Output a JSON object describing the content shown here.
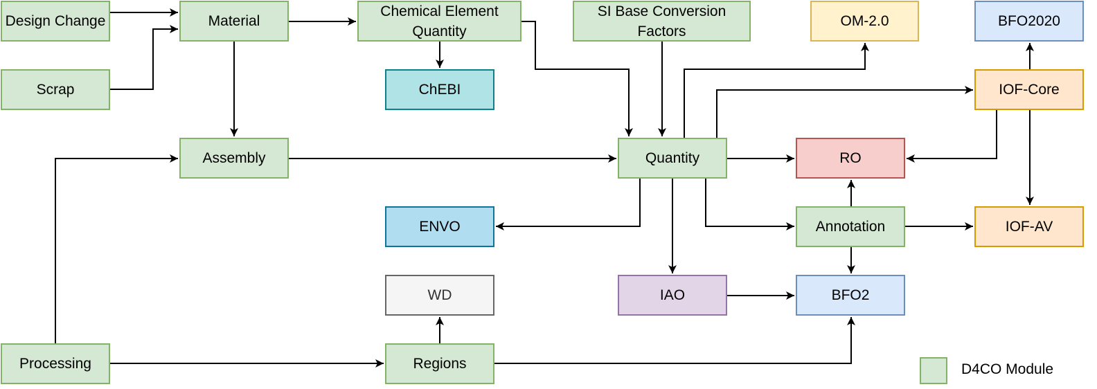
{
  "styles": {
    "d4co": {
      "fill": "#d5e8d4",
      "stroke": "#82b366"
    },
    "cyan": {
      "fill": "#b0e3e6",
      "stroke": "#0e8088"
    },
    "blue": {
      "fill": "#b1ddf0",
      "stroke": "#10739e"
    },
    "grey": {
      "fill": "#f5f5f5",
      "stroke": "#666666",
      "text": "#333333"
    },
    "purple": {
      "fill": "#e1d5e7",
      "stroke": "#9673a6"
    },
    "red": {
      "fill": "#f8cecc",
      "stroke": "#b85450"
    },
    "yellow": {
      "fill": "#fff2cc",
      "stroke": "#d6b656"
    },
    "orange": {
      "fill": "#ffe6cc",
      "stroke": "#d79b00"
    },
    "lblue": {
      "fill": "#dae8fc",
      "stroke": "#6c8ebf"
    }
  },
  "nodes": {
    "design_change": {
      "label": "Design Change",
      "style": "d4co"
    },
    "material": {
      "label": "Material",
      "style": "d4co"
    },
    "chemical_element_quantity": {
      "label": "Chemical Element Quantity",
      "style": "d4co"
    },
    "si_base_conversion_factors": {
      "label": "SI Base Conversion Factors",
      "style": "d4co"
    },
    "om_2_0": {
      "label": "OM-2.0",
      "style": "yellow"
    },
    "bfo2020": {
      "label": "BFO2020",
      "style": "lblue"
    },
    "scrap": {
      "label": "Scrap",
      "style": "d4co"
    },
    "chebi": {
      "label": "ChEBI",
      "style": "cyan"
    },
    "iof_core": {
      "label": "IOF-Core",
      "style": "orange"
    },
    "assembly": {
      "label": "Assembly",
      "style": "d4co"
    },
    "quantity": {
      "label": "Quantity",
      "style": "d4co"
    },
    "ro": {
      "label": "RO",
      "style": "red"
    },
    "envo": {
      "label": "ENVO",
      "style": "blue"
    },
    "annotation": {
      "label": "Annotation",
      "style": "d4co"
    },
    "iof_av": {
      "label": "IOF-AV",
      "style": "orange"
    },
    "wd": {
      "label": "WD",
      "style": "grey"
    },
    "iao": {
      "label": "IAO",
      "style": "purple"
    },
    "bfo2": {
      "label": "BFO2",
      "style": "lblue"
    },
    "processing": {
      "label": "Processing",
      "style": "d4co"
    },
    "regions": {
      "label": "Regions",
      "style": "d4co"
    }
  },
  "edges": [
    {
      "from": "design_change",
      "to": "material"
    },
    {
      "from": "scrap",
      "to": "material"
    },
    {
      "from": "material",
      "to": "chemical_element_quantity"
    },
    {
      "from": "material",
      "to": "assembly"
    },
    {
      "from": "chemical_element_quantity",
      "to": "chebi"
    },
    {
      "from": "chemical_element_quantity",
      "to": "quantity"
    },
    {
      "from": "si_base_conversion_factors",
      "to": "quantity"
    },
    {
      "from": "quantity",
      "to": "om_2_0"
    },
    {
      "from": "quantity",
      "to": "iof_core"
    },
    {
      "from": "iof_core",
      "to": "bfo2020"
    },
    {
      "from": "iof_core",
      "to": "ro"
    },
    {
      "from": "iof_core",
      "to": "iof_av"
    },
    {
      "from": "assembly",
      "to": "quantity"
    },
    {
      "from": "processing",
      "to": "assembly"
    },
    {
      "from": "quantity",
      "to": "ro"
    },
    {
      "from": "quantity",
      "to": "envo"
    },
    {
      "from": "quantity",
      "to": "iao"
    },
    {
      "from": "quantity",
      "to": "annotation"
    },
    {
      "from": "annotation",
      "to": "ro"
    },
    {
      "from": "annotation",
      "to": "iof_av"
    },
    {
      "from": "annotation",
      "to": "bfo2"
    },
    {
      "from": "iao",
      "to": "bfo2"
    },
    {
      "from": "processing",
      "to": "regions"
    },
    {
      "from": "regions",
      "to": "wd"
    },
    {
      "from": "regions",
      "to": "bfo2"
    }
  ],
  "legend": {
    "label": "D4CO Module",
    "style": "d4co"
  }
}
